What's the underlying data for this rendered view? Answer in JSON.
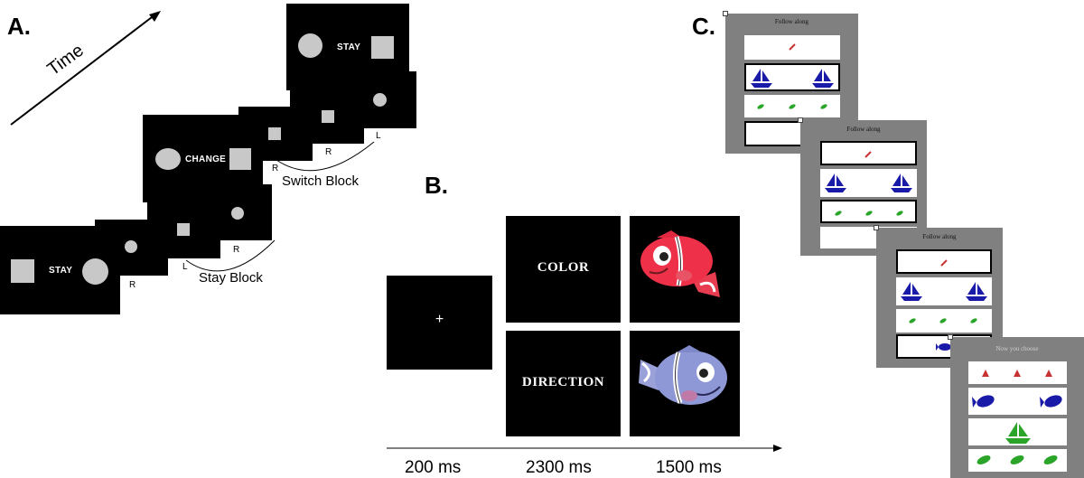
{
  "panels": {
    "a": "A.",
    "b": "B.",
    "c": "C."
  },
  "panel_a": {
    "time_label": "Time",
    "screens": {
      "stay_top": "STAY",
      "change": "CHANGE",
      "stay_bottom": "STAY"
    },
    "responses": {
      "switch_r1": "R",
      "switch_r2": "R",
      "switch_l": "L",
      "stay_r1": "R",
      "stay_l": "L",
      "stay_r2": "R"
    },
    "switch_block_label": "Switch Block",
    "stay_block_label": "Stay Block",
    "colors": {
      "screen": "#000000",
      "shape": "#c8c8c8"
    }
  },
  "panel_b": {
    "fixation": "+",
    "cue_top": "COLOR",
    "cue_bottom": "DIRECTION",
    "durations": [
      "200 ms",
      "2300 ms",
      "1500 ms"
    ],
    "icons": [
      "red-clownfish-icon",
      "blue-clownfish-icon"
    ]
  },
  "panel_c": {
    "screens": [
      {
        "title": "Follow along"
      },
      {
        "title": "Follow along"
      },
      {
        "title": "Follow along"
      },
      {
        "title": "Now you choose"
      }
    ],
    "colors": {
      "frame": "#808080",
      "boat": "#1a1aa8",
      "leaf": "#2aa52a",
      "bug": "#c83232"
    }
  }
}
